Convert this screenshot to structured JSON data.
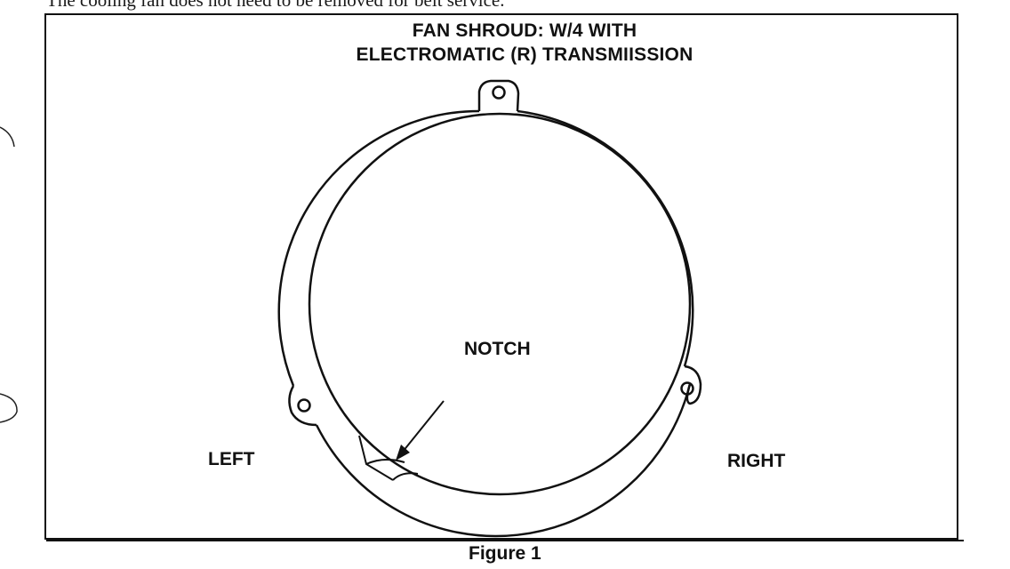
{
  "document": {
    "top_text": "The cooling fan does not need to be removed for belt service.",
    "title_line1": "FAN SHROUD: W/4 WITH",
    "title_line2": "ELECTROMATIC (R) TRANSMIISSION",
    "labels": {
      "notch": "NOTCH",
      "left": "LEFT",
      "right": "RIGHT"
    },
    "caption": "Figure 1"
  },
  "colors": {
    "ink": "#111111",
    "paper": "#ffffff"
  }
}
